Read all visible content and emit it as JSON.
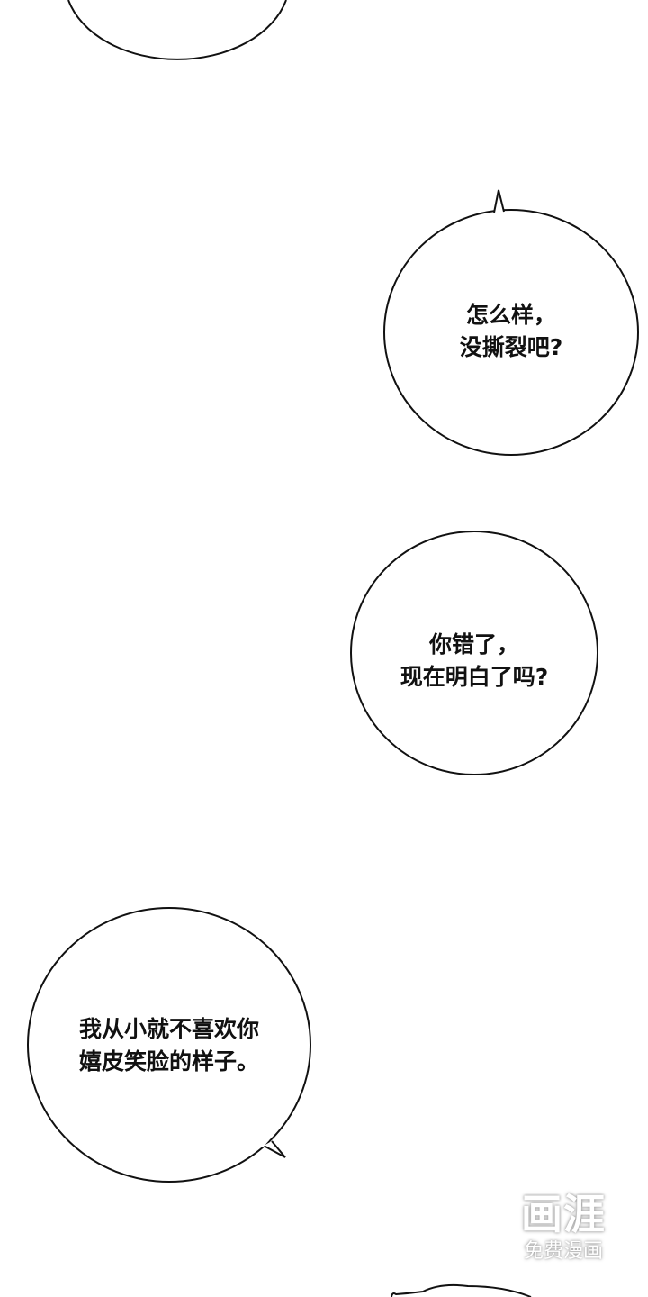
{
  "panel": {
    "background": "#ffffff",
    "stroke_color": "#111111"
  },
  "bubbles": [
    {
      "id": "top-partial",
      "lines": []
    },
    {
      "id": "bubble-1",
      "lines": [
        "怎么样，",
        "没撕裂吧?"
      ]
    },
    {
      "id": "bubble-2",
      "lines": [
        "你错了，",
        "现在明白了吗?"
      ]
    },
    {
      "id": "bubble-3",
      "lines": [
        "我从小就不喜欢你",
        "嬉皮笑脸的样子。"
      ]
    },
    {
      "id": "bottom-partial",
      "lines": []
    }
  ],
  "watermark": {
    "logo": "画涯",
    "subtitle": "免费漫画"
  }
}
